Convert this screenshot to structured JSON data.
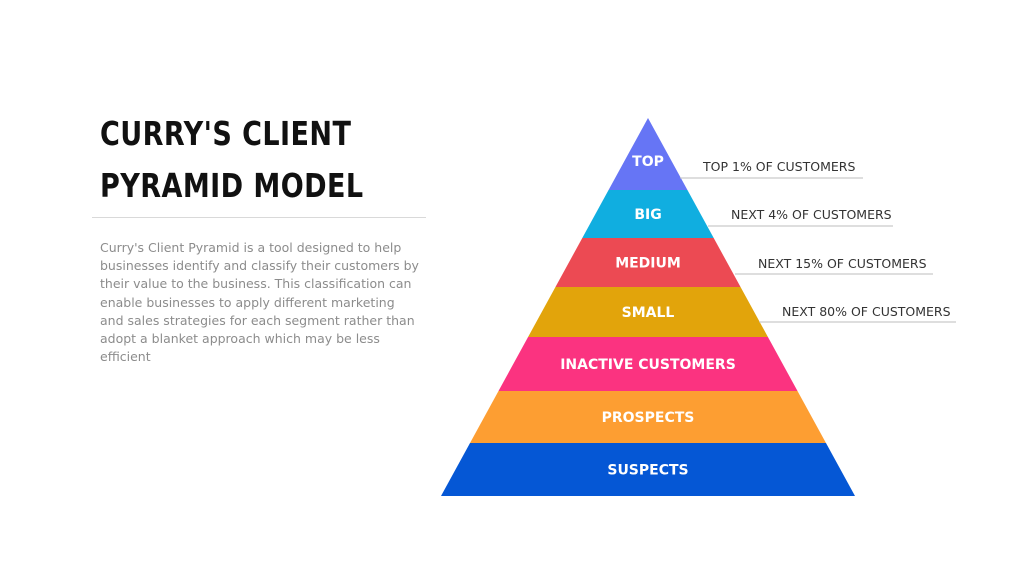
{
  "title_lines": [
    "CURRY'S CLIENT",
    "PYRAMID MODEL"
  ],
  "description": "Curry's Client Pyramid is a tool designed to help businesses identify and classify their customers by their value to the business. This classification can enable businesses to apply different marketing and sales strategies for each segment rather than adopt a blanket approach which may be less efficient",
  "tiers": [
    {
      "label": "TOP",
      "color": "#6675f5"
    },
    {
      "label": "BIG",
      "color": "#10aee0"
    },
    {
      "label": "MEDIUM",
      "color": "#ec4a53"
    },
    {
      "label": "SMALL",
      "color": "#e2a40b"
    },
    {
      "label": "INACTIVE CUSTOMERS",
      "color": "#fb3380"
    },
    {
      "label": "PROSPECTS",
      "color": "#fd9e32"
    },
    {
      "label": "SUSPECTS",
      "color": "#0557d5"
    }
  ],
  "annotations": [
    "TOP 1% OF CUSTOMERS",
    "NEXT 4% OF CUSTOMERS",
    "NEXT 15% OF CUSTOMERS",
    "NEXT 80% OF CUSTOMERS"
  ]
}
